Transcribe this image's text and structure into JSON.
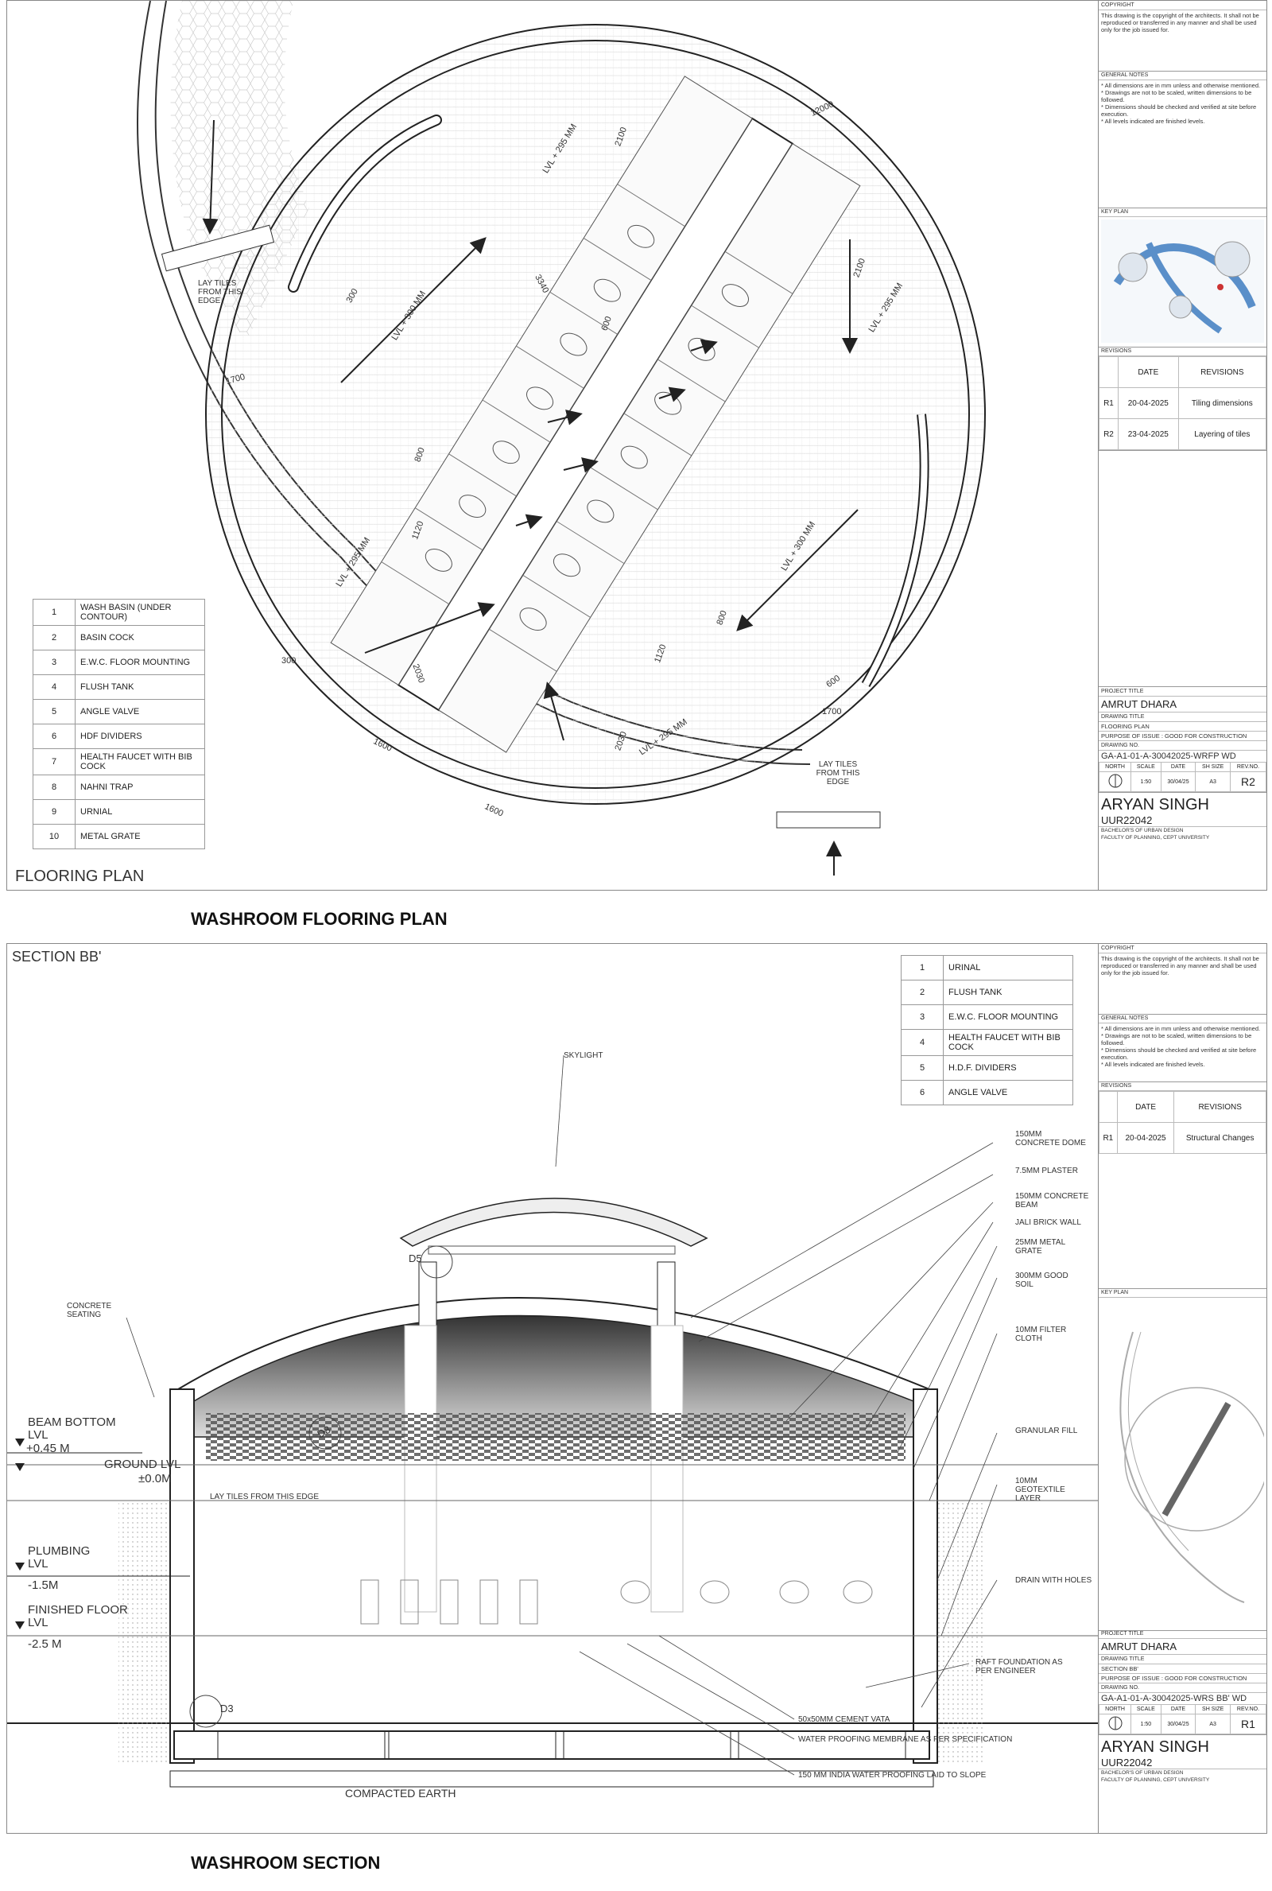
{
  "sheet1": {
    "view_title": "FLOORING PLAN",
    "caption": "WASHROOM FLOORING PLAN",
    "legend": [
      {
        "n": "1",
        "t": "WASH BASIN (UNDER CONTOUR)"
      },
      {
        "n": "2",
        "t": "BASIN COCK"
      },
      {
        "n": "3",
        "t": "E.W.C. FLOOR MOUNTING"
      },
      {
        "n": "4",
        "t": "FLUSH TANK"
      },
      {
        "n": "5",
        "t": "ANGLE VALVE"
      },
      {
        "n": "6",
        "t": "HDF DIVIDERS"
      },
      {
        "n": "7",
        "t": "HEALTH FAUCET WITH BIB COCK"
      },
      {
        "n": "8",
        "t": "NAHNI TRAP"
      },
      {
        "n": "9",
        "t": "URNIAL"
      },
      {
        "n": "10",
        "t": "METAL GRATE"
      }
    ],
    "labels": {
      "lay_tiles_1": "LAY TILES FROM THIS EDGE",
      "lay_tiles_2": "LAY TILES FROM THIS EDGE",
      "lvl_295_a": "LVL + 295 MM",
      "lvl_300_a": "LVL + 300 MM",
      "lvl_295_b": "LVL + 295 MM",
      "lvl_295_c": "LVL + 295 MM",
      "lvl_300_b": "LVL + 300 MM",
      "lvl_295_d": "LVL + 295 MM",
      "dim_12000": "12000",
      "dim_2100a": "2100",
      "dim_3340": "3340",
      "dim_2100b": "2100",
      "dim_1700a": "1700",
      "dim_600a": "600",
      "dim_800a": "800",
      "dim_1120a": "1120",
      "dim_2030a": "2030",
      "dim_1600a": "1600",
      "dim_1600b": "1600",
      "dim_1120b": "1120",
      "dim_800b": "800",
      "dim_2030b": "2030",
      "dim_600b": "600",
      "dim_1700b": "1700",
      "dim_300a": "300",
      "dim_300b": "300"
    },
    "titleblock": {
      "copyright_hd": "COPYRIGHT",
      "copyright": "This drawing is the copyright of the architects. It shall not be reproduced or transferred in any manner and shall be used only for the job issued for.",
      "notes_hd": "GENERAL NOTES",
      "notes": [
        "* All dimensions are in mm unless and otherwise mentioned.",
        "* Drawings are not to be scaled, written dimensions to be followed.",
        "* Dimensions should be checked and verified at site before execution.",
        "* All levels indicated are finished levels."
      ],
      "keyplan_hd": "KEY PLAN",
      "revisions_hd": "REVISIONS",
      "rev_cols": [
        "",
        "DATE",
        "REVISIONS"
      ],
      "revs": [
        [
          "R1",
          "20-04-2025",
          "Tiling dimensions"
        ],
        [
          "R2",
          "23-04-2025",
          "Layering of tiles"
        ]
      ],
      "project_title_hd": "PROJECT TITLE",
      "project_title": "AMRUT DHARA",
      "drawing_title_hd": "DRAWING TITLE",
      "drawing_title": "FLOORING PLAN",
      "purpose": "PURPOSE OF ISSUE :  GOOD FOR CONSTRUCTION",
      "drawing_no_hd": "DRAWING NO.",
      "drawing_no": "GA-A1-01-A-30042025-WRFP WD",
      "meta_cols": [
        "NORTH",
        "SCALE",
        "DATE",
        "SH SIZE",
        "REV.NO."
      ],
      "meta_vals": [
        "",
        "1:50",
        "30/04/25",
        "A3",
        "R2"
      ],
      "author": "ARYAN SINGH",
      "author_id": "UUR22042",
      "school1": "BACHELOR'S OF URBAN DESIGN",
      "school2": "FACULTY OF PLANNING, CEPT UNIVERSITY"
    }
  },
  "sheet2": {
    "view_title": "SECTION BB'",
    "caption": "WASHROOM SECTION",
    "legend": [
      {
        "n": "1",
        "t": "URINAL"
      },
      {
        "n": "2",
        "t": "FLUSH TANK"
      },
      {
        "n": "3",
        "t": "E.W.C. FLOOR MOUNTING"
      },
      {
        "n": "4",
        "t": "HEALTH FAUCET WITH BIB COCK"
      },
      {
        "n": "5",
        "t": "H.D.F. DIVIDERS"
      },
      {
        "n": "6",
        "t": "ANGLE VALVE"
      }
    ],
    "labels": {
      "skylight": "SKYLIGHT",
      "concrete_dome": "150MM CONCRETE DOME",
      "plaster": "7.5MM PLASTER",
      "concrete_beam": "150MM CONCRETE BEAM",
      "jali": "JALI BRICK WALL",
      "metal_grate": "25MM METAL GRATE",
      "good_soil": "300MM GOOD SOIL",
      "filter_cloth": "10MM FILTER CLOTH",
      "granular": "GRANULAR FILL",
      "geotextile": "10MM GEOTEXTILE LAYER",
      "drain": "DRAIN WITH HOLES",
      "raft": "RAFT FOUNDATION AS PER ENGINEER",
      "vata": "50x50MM CEMENT VATA",
      "membrane": "WATER PROOFING MEMBRANE AS PER SPECIFICATION",
      "india_wp": "150 MM INDIA WATER PROOFING LAID TO SLOPE",
      "concrete_seating": "CONCRETE SEATING",
      "beam_bottom": "BEAM BOTTOM LVL",
      "beam_level": "+0.45 M",
      "ground": "GROUND LVL",
      "ground_level": "±0.0M",
      "plumbing": "PLUMBING LVL",
      "plumbing_level": "-1.5M",
      "finished": "FINISHED FLOOR LVL",
      "finished_level": "-2.5 M",
      "lay_tiles": "LAY TILES FROM THIS EDGE",
      "compacted": "COMPACTED EARTH",
      "d5": "D5",
      "d3": "D3",
      "d8": "D8"
    },
    "titleblock": {
      "copyright_hd": "COPYRIGHT",
      "copyright": "This drawing is the copyright of the architects. It shall not be reproduced or transferred in any manner and shall be used only for the job issued for.",
      "notes_hd": "GENERAL NOTES",
      "notes": [
        "* All dimensions are in mm unless and otherwise mentioned.",
        "* Drawings are not to be scaled, written dimensions to be followed.",
        "* Dimensions should be checked and verified at site before execution.",
        "* All levels indicated are finished levels."
      ],
      "revisions_hd": "REVISIONS",
      "rev_cols": [
        "",
        "DATE",
        "REVISIONS"
      ],
      "revs": [
        [
          "R1",
          "20-04-2025",
          "Structural Changes"
        ]
      ],
      "keyplan_hd": "KEY PLAN",
      "project_title_hd": "PROJECT TITLE",
      "project_title": "AMRUT DHARA",
      "drawing_title_hd": "DRAWING TITLE",
      "drawing_title": "SECTION BB'",
      "purpose": "PURPOSE OF ISSUE :  GOOD FOR CONSTRUCTION",
      "drawing_no_hd": "DRAWING NO.",
      "drawing_no": "GA-A1-01-A-30042025-WRS BB' WD",
      "meta_cols": [
        "NORTH",
        "SCALE",
        "DATE",
        "SH SIZE",
        "REV.NO."
      ],
      "meta_vals": [
        "",
        "1:50",
        "30/04/25",
        "A3",
        "R1"
      ],
      "author": "ARYAN SINGH",
      "author_id": "UUR22042",
      "school1": "BACHELOR'S OF URBAN DESIGN",
      "school2": "FACULTY OF PLANNING, CEPT UNIVERSITY"
    }
  }
}
